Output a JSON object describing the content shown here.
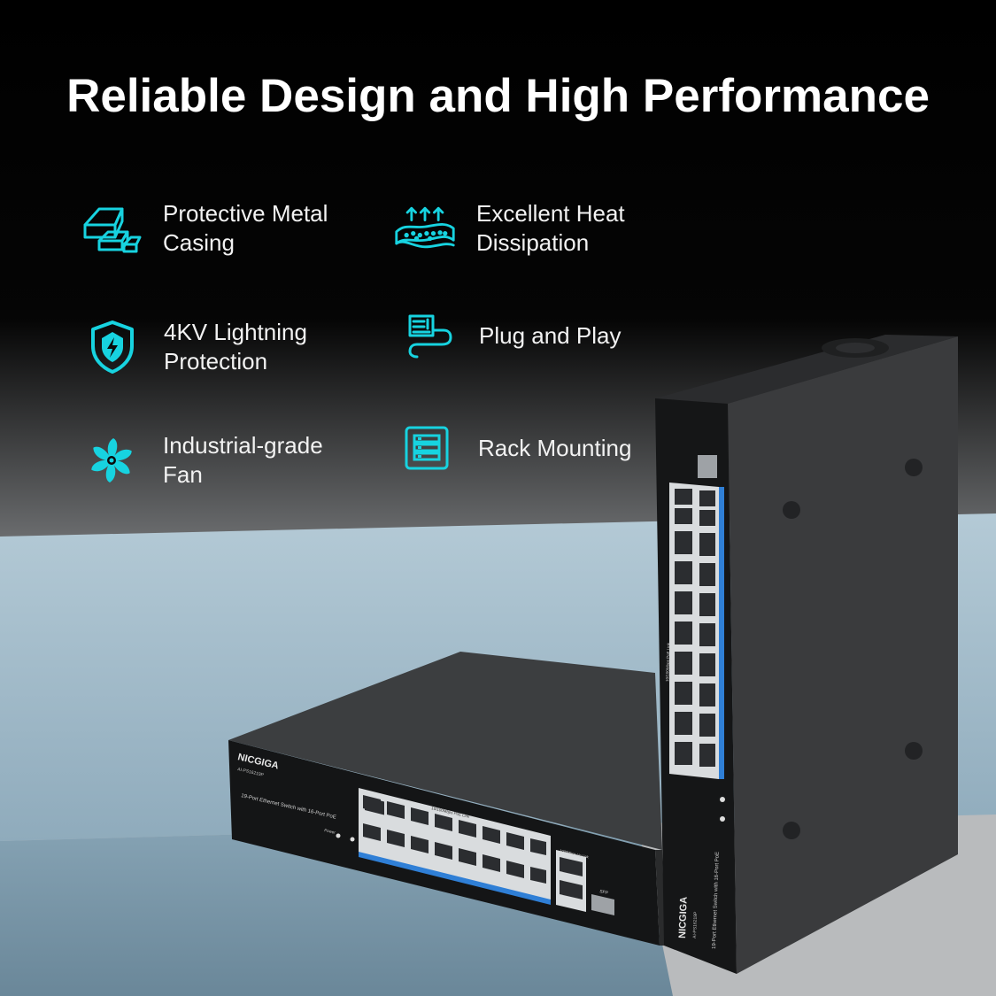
{
  "headline": "Reliable Design and High Performance",
  "accent_color": "#17d3e0",
  "features": [
    {
      "icon": "metal-bars-icon",
      "line1": "Protective Metal",
      "line2": "Casing"
    },
    {
      "icon": "heat-dissipation-icon",
      "line1": "Excellent Heat",
      "line2": "Dissipation"
    },
    {
      "icon": "lightning-shield-icon",
      "line1": "4KV Lightning",
      "line2": "Protection"
    },
    {
      "icon": "plug-cable-icon",
      "line1": "Plug and Play",
      "line2": ""
    },
    {
      "icon": "fan-icon",
      "line1": "Industrial-grade",
      "line2": "Fan"
    },
    {
      "icon": "rack-icon",
      "line1": "Rack Mounting",
      "line2": ""
    }
  ],
  "product": {
    "brand": "NICGIGA",
    "model": "AI-PS16219P",
    "description": "19-Port Ethernet Switch with 16-Port PoE",
    "poe_label": "10/100Mbps PoE Link",
    "uplink_label": "1000Mbps Up Link",
    "sfp_label": "SFP",
    "power_label": "Power",
    "max_label": "Max"
  }
}
